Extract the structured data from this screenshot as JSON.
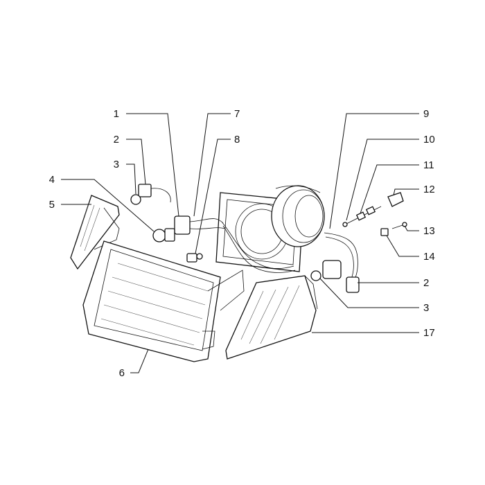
{
  "callouts": [
    {
      "id": "c1",
      "label": "1"
    },
    {
      "id": "c2a",
      "label": "2"
    },
    {
      "id": "c3a",
      "label": "3"
    },
    {
      "id": "c4",
      "label": "4"
    },
    {
      "id": "c5",
      "label": "5"
    },
    {
      "id": "c6",
      "label": "6"
    },
    {
      "id": "c7",
      "label": "7"
    },
    {
      "id": "c8",
      "label": "8"
    },
    {
      "id": "c9",
      "label": "9"
    },
    {
      "id": "c10",
      "label": "10"
    },
    {
      "id": "c11",
      "label": "11"
    },
    {
      "id": "c12",
      "label": "12"
    },
    {
      "id": "c13",
      "label": "13"
    },
    {
      "id": "c14",
      "label": "14"
    },
    {
      "id": "c2b",
      "label": "2"
    },
    {
      "id": "c3b",
      "label": "3"
    },
    {
      "id": "c17",
      "label": "17"
    }
  ]
}
